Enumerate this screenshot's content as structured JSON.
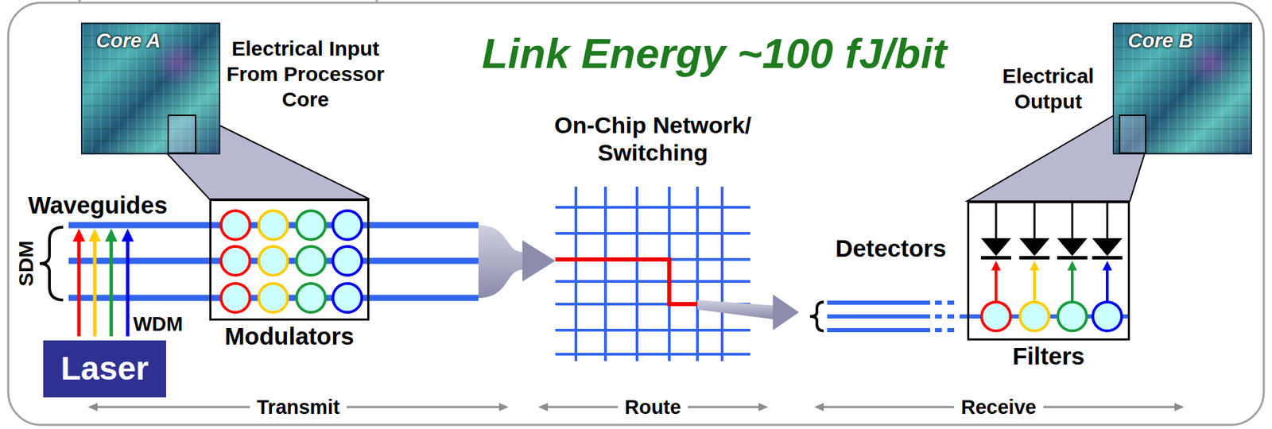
{
  "diagram": {
    "title": "Link Energy ~100 fJ/bit",
    "nodes": [
      {
        "text": [
          "Core A"
        ]
      },
      {
        "text": [
          "Laser"
        ]
      },
      {
        "text": [
          "Modulators"
        ]
      },
      {
        "text": [
          "On-Chip Network/ Switching"
        ]
      },
      {
        "text": [
          "Filters"
        ]
      },
      {
        "text": [
          "Core B"
        ]
      }
    ],
    "edges": [
      {
        "from": 2,
        "to": 3,
        "arrow": "to"
      },
      {
        "from": 3,
        "to": 4,
        "arrow": "to"
      }
    ],
    "labels": [
      "Electrical Input From Processor Core",
      "Electrical Output",
      "Waveguides",
      "SDM",
      "WDM",
      "Detectors",
      "Transmit",
      "Route",
      "Receive"
    ]
  }
}
